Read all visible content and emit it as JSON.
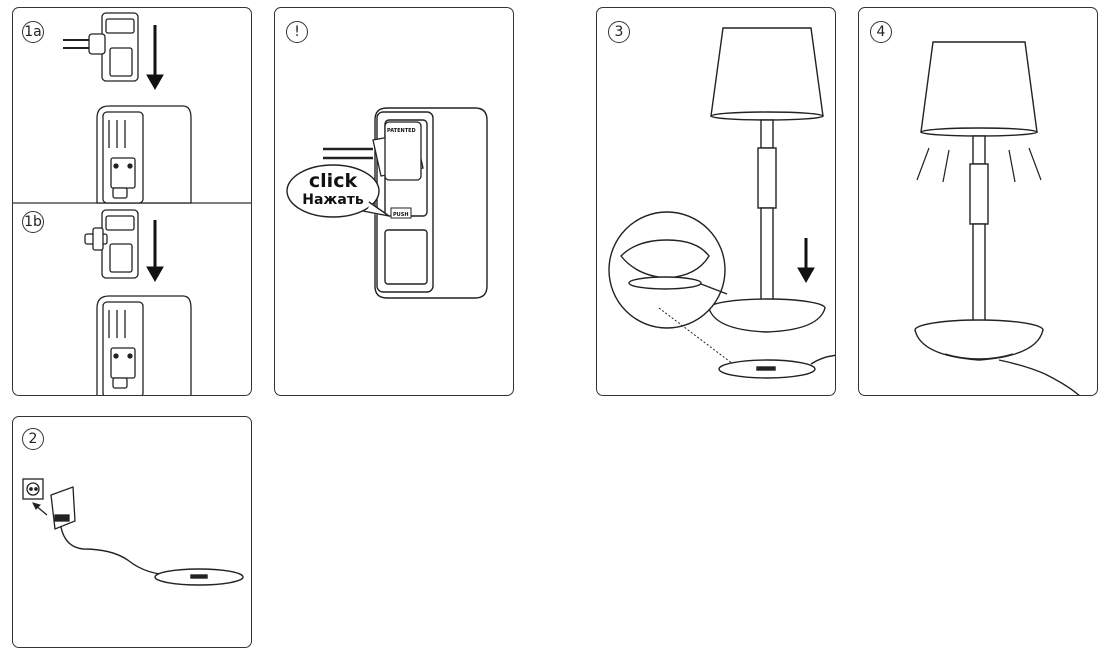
{
  "panels": {
    "p1": {
      "step_a": "1a",
      "step_b": "1b"
    },
    "p_excl": {
      "step": "!",
      "bubble_line1": "click",
      "bubble_line2": "Нажать",
      "label_push": "PUSH",
      "label_patented": "PATENTED"
    },
    "p3": {
      "step": "3"
    },
    "p4": {
      "step": "4"
    },
    "p2": {
      "step": "2"
    }
  }
}
